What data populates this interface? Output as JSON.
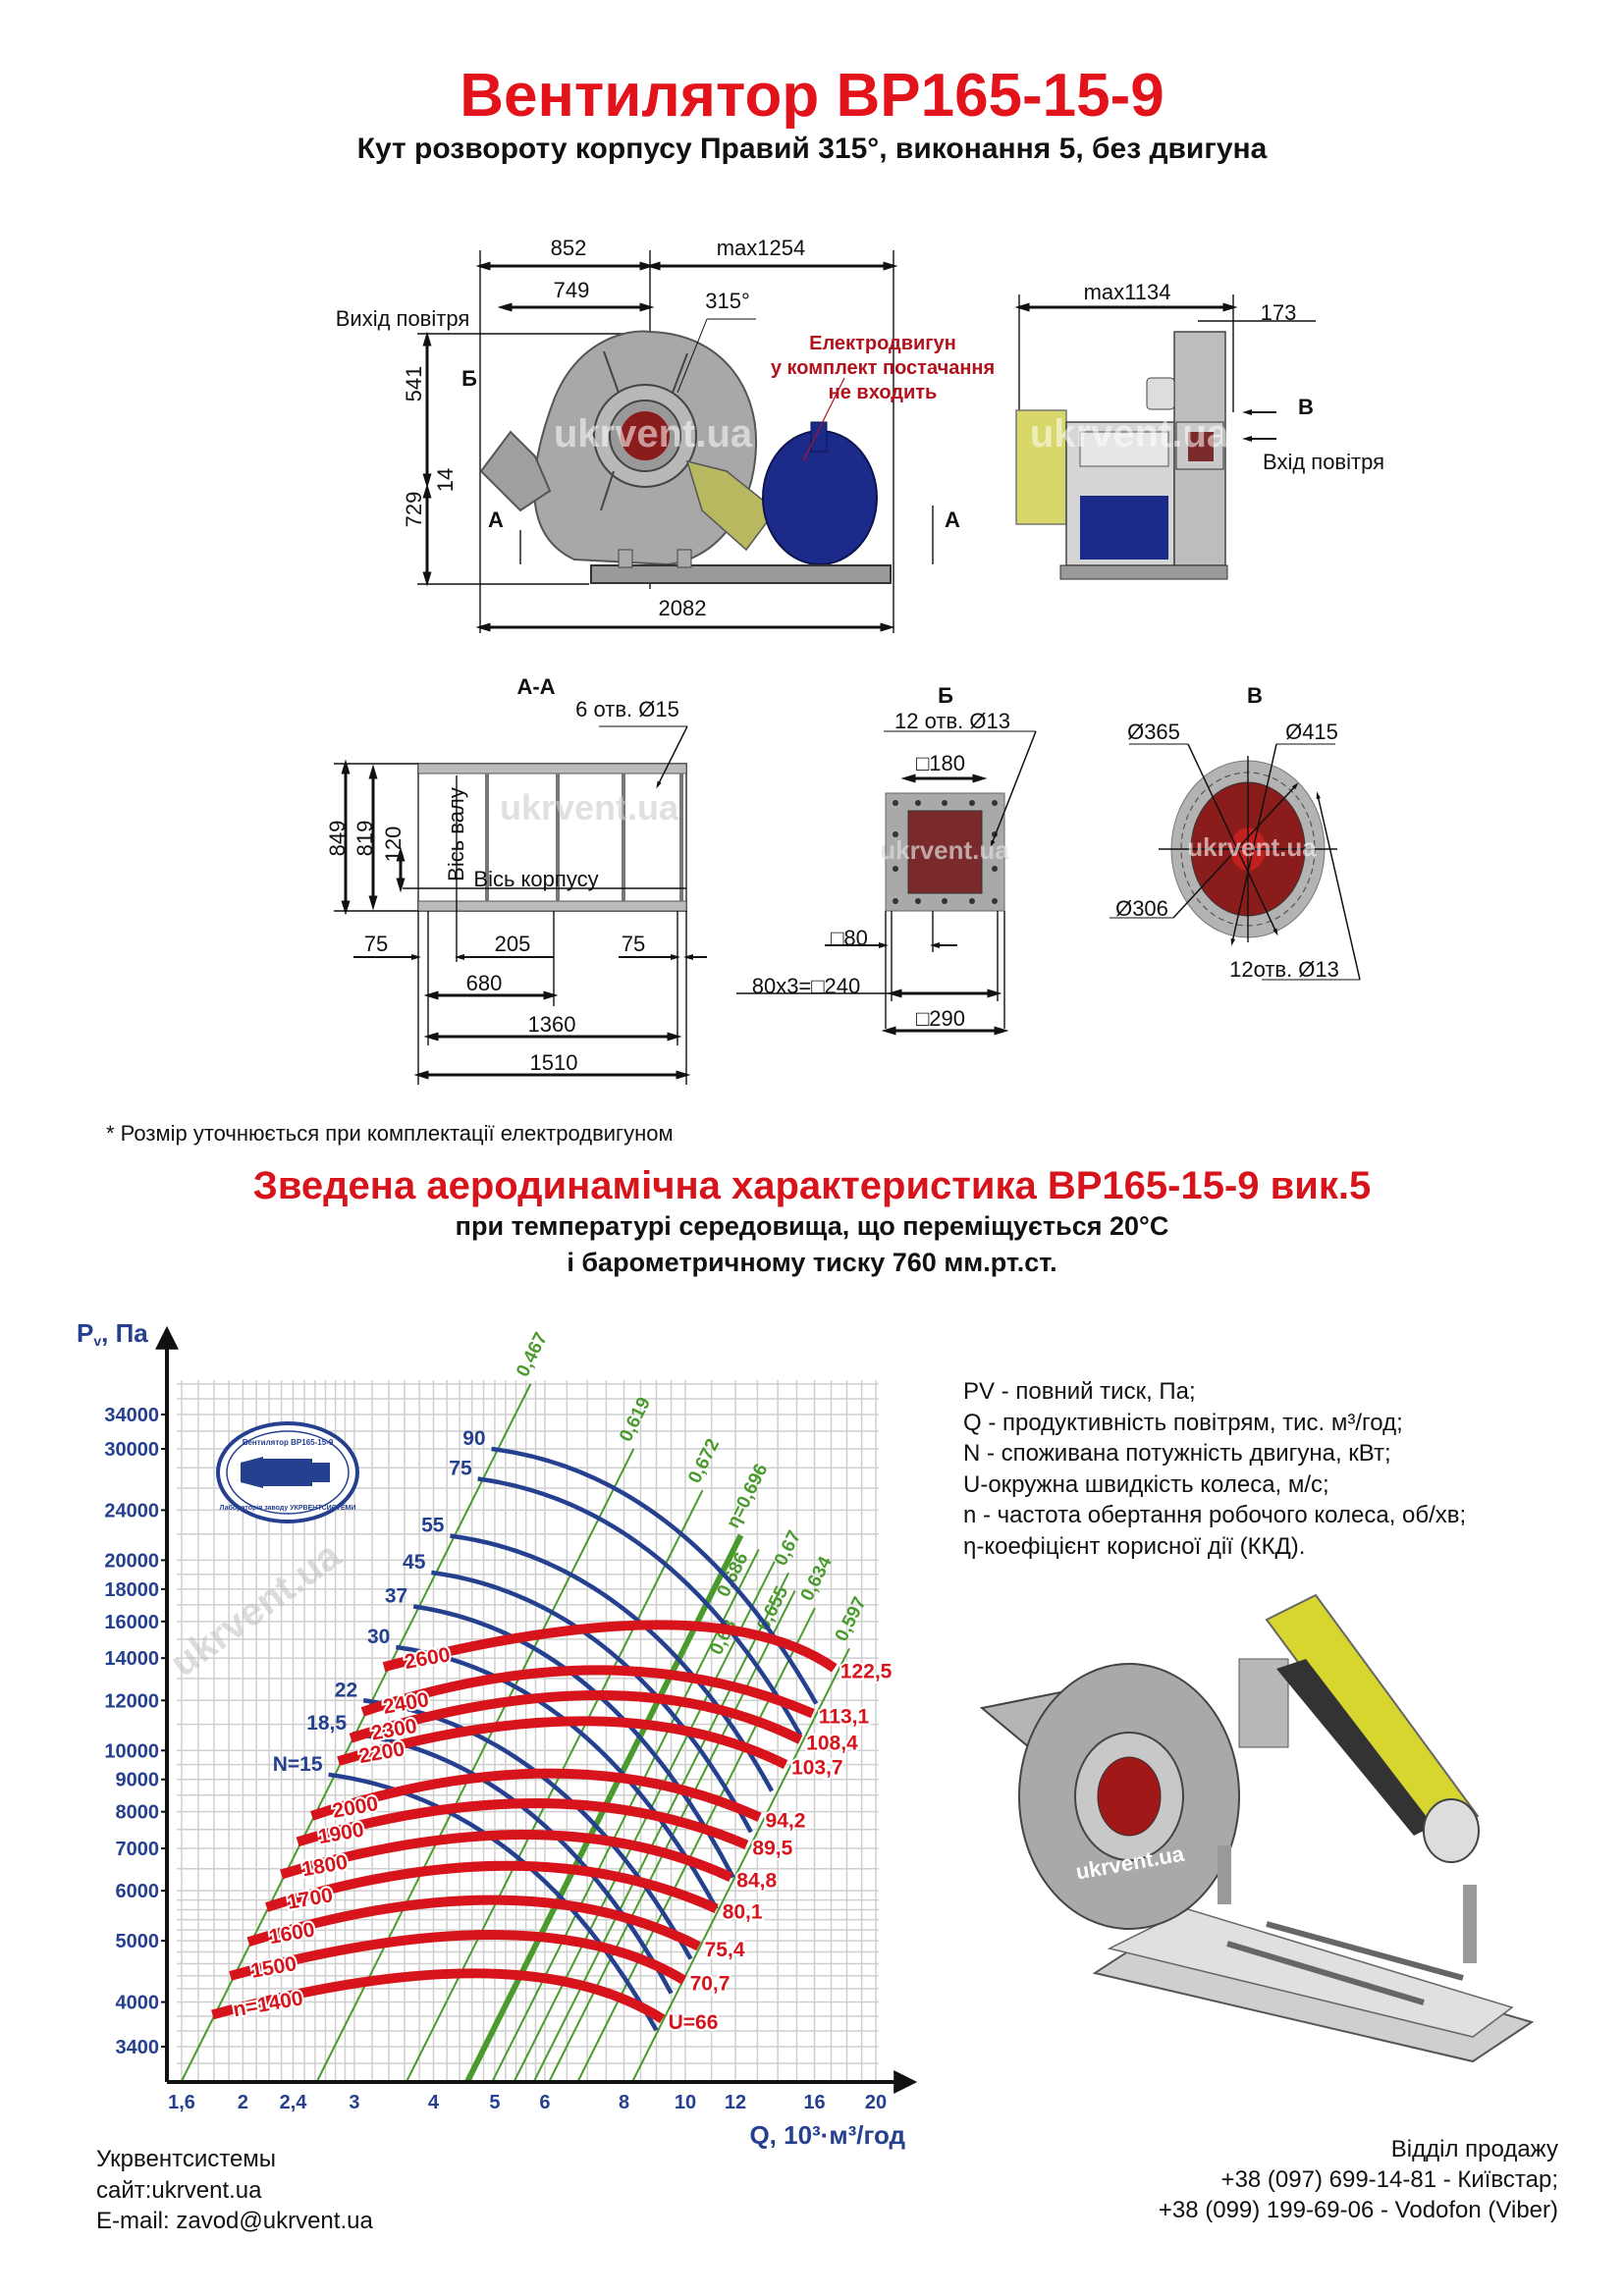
{
  "header": {
    "title": "Вентилятор ВР165-15-9",
    "subtitle": "Кут розвороту корпусу Правий 315°, виконання 5, без двигуна"
  },
  "drawing": {
    "front": {
      "dim_852": "852",
      "dim_max1254": "max1254",
      "dim_749": "749",
      "angle": "315°",
      "air_out": "Вихід повітря",
      "dim_541": "541",
      "dim_14": "14",
      "dim_729": "729",
      "dim_2082": "2082",
      "view_b": "Б",
      "section_a_left": "А",
      "section_a_right": "А",
      "motor_note": [
        "Електродвигун",
        "у комплект постачання",
        "не входить"
      ],
      "watermark": "ukrvent.ua"
    },
    "side": {
      "dim_max1134": "max1134",
      "dim_173": "173",
      "view_v": "В",
      "air_in": "Вхід повітря",
      "watermark": "ukrvent.ua"
    },
    "section_aa": {
      "title": "А-А",
      "holes": "6 отв. Ø15",
      "dim_849": "849",
      "dim_819": "819",
      "dim_120": "120",
      "shaft_axis": "Вісь валу",
      "body_axis": "Вісь корпусу",
      "dim_75_left": "75",
      "dim_205": "205",
      "dim_75_right": "75",
      "dim_680": "680",
      "dim_1360": "1360",
      "dim_1510": "1510",
      "watermark": "ukrvent.ua"
    },
    "view_b": {
      "title": "Б",
      "holes": "12 отв. Ø13",
      "dim_180": "□180",
      "dim_80": "□80",
      "dim_240": "80x3=□240",
      "dim_290": "□290",
      "watermark": "ukrvent.ua"
    },
    "view_v": {
      "title": "В",
      "dim_365": "Ø365",
      "dim_415": "Ø415",
      "dim_306": "Ø306",
      "holes": "12отв. Ø13",
      "watermark": "ukrvent.ua"
    },
    "footnote": "* Розмір уточнюється при комплектації електродвигуном"
  },
  "chart_data": {
    "type": "line",
    "title": "Зведена аеродинамічна характеристика ВР165-15-9 вик.5",
    "subtitle": [
      "при температурі середовища, що переміщується 20°С",
      "і барометричному тиску 760 мм.рт.ст."
    ],
    "ylabel": {
      "main": "P",
      "sub": "v",
      "unit": ", Па"
    },
    "xlabel": "Q, 10³·м³/год",
    "x_scale": "log",
    "y_scale": "log",
    "xlim": [
      1.6,
      20
    ],
    "ylim": [
      2980,
      38700
    ],
    "grid": true,
    "x_ticks": [
      {
        "v": 1.6,
        "label": "1,6"
      },
      {
        "v": 2,
        "label": "2"
      },
      {
        "v": 2.4,
        "label": "2,4"
      },
      {
        "v": 3,
        "label": "3"
      },
      {
        "v": 4,
        "label": "4"
      },
      {
        "v": 5,
        "label": "5"
      },
      {
        "v": 6,
        "label": "6"
      },
      {
        "v": 8,
        "label": "8"
      },
      {
        "v": 10,
        "label": "10"
      },
      {
        "v": 12,
        "label": "12"
      },
      {
        "v": 16,
        "label": "16"
      },
      {
        "v": 20,
        "label": "20"
      }
    ],
    "y_ticks": [
      {
        "v": 3400,
        "label": "3400"
      },
      {
        "v": 4000,
        "label": "4000"
      },
      {
        "v": 5000,
        "label": "5000"
      },
      {
        "v": 6000,
        "label": "6000"
      },
      {
        "v": 7000,
        "label": "7000"
      },
      {
        "v": 8000,
        "label": "8000"
      },
      {
        "v": 9000,
        "label": "9000"
      },
      {
        "v": 10000,
        "label": "10000"
      },
      {
        "v": 12000,
        "label": "12000"
      },
      {
        "v": 14000,
        "label": "14000"
      },
      {
        "v": 16000,
        "label": "16000"
      },
      {
        "v": 18000,
        "label": "18000"
      },
      {
        "v": 20000,
        "label": "20000"
      },
      {
        "v": 24000,
        "label": "24000"
      },
      {
        "v": 30000,
        "label": "30000"
      },
      {
        "v": 34000,
        "label": "34000"
      }
    ],
    "speed_curves": [
      {
        "n": "n=1400",
        "U": "U=66",
        "points": [
          [
            1.79,
            3820
          ],
          [
            4.73,
            4440
          ],
          [
            9.2,
            3760
          ]
        ]
      },
      {
        "n": "1500",
        "U": "70,7",
        "points": [
          [
            1.91,
            4400
          ],
          [
            5.05,
            5110
          ],
          [
            9.95,
            4330
          ]
        ]
      },
      {
        "n": "1600",
        "U": "75,4",
        "points": [
          [
            2.04,
            4980
          ],
          [
            5.05,
            5800
          ],
          [
            10.5,
            4900
          ]
        ]
      },
      {
        "n": "1700",
        "U": "80,1",
        "points": [
          [
            2.18,
            5650
          ],
          [
            5.28,
            6570
          ],
          [
            11.2,
            5620
          ]
        ]
      },
      {
        "n": "1800",
        "U": "84,8",
        "points": [
          [
            2.3,
            6370
          ],
          [
            5.64,
            7360
          ],
          [
            11.8,
            6300
          ]
        ]
      },
      {
        "n": "1900",
        "U": "89,5",
        "points": [
          [
            2.44,
            7170
          ],
          [
            5.89,
            8250
          ],
          [
            12.5,
            7090
          ]
        ]
      },
      {
        "n": "2000",
        "U": "94,2",
        "points": [
          [
            2.57,
            7880
          ],
          [
            6.15,
            9200
          ],
          [
            13.1,
            7840
          ]
        ]
      },
      {
        "n": "2200",
        "U": "103,7",
        "points": [
          [
            2.83,
            9620
          ],
          [
            7.02,
            11130
          ],
          [
            14.4,
            9500
          ]
        ]
      },
      {
        "n": "2300",
        "U": "108,4",
        "points": [
          [
            2.96,
            10460
          ],
          [
            7.33,
            12230
          ],
          [
            15.2,
            10400
          ]
        ]
      },
      {
        "n": "2400",
        "U": "113,1",
        "points": [
          [
            3.09,
            11510
          ],
          [
            7.33,
            13400
          ],
          [
            15.9,
            11440
          ]
        ]
      },
      {
        "n": "2600",
        "U": "122,5",
        "points": [
          [
            3.34,
            13560
          ],
          [
            9.12,
            15800
          ],
          [
            17.2,
            13500
          ]
        ]
      }
    ],
    "power_curves": [
      {
        "N": "N=15",
        "points": [
          [
            2.73,
            9160
          ],
          [
            5.3,
            6910
          ],
          [
            9.0,
            3610
          ]
        ]
      },
      {
        "N": "18,5",
        "points": [
          [
            2.98,
            10640
          ],
          [
            5.66,
            7990
          ],
          [
            9.5,
            4130
          ]
        ]
      },
      {
        "N": "22",
        "points": [
          [
            3.1,
            12000
          ],
          [
            5.98,
            9050
          ],
          [
            10.2,
            4680
          ]
        ]
      },
      {
        "N": "30",
        "points": [
          [
            3.49,
            14570
          ],
          [
            6.62,
            10960
          ],
          [
            11.2,
            5620
          ]
        ]
      },
      {
        "N": "37",
        "points": [
          [
            3.72,
            16900
          ],
          [
            7.07,
            12560
          ],
          [
            11.9,
            6300
          ]
        ]
      },
      {
        "N": "45",
        "points": [
          [
            3.97,
            19120
          ],
          [
            7.55,
            14410
          ],
          [
            12.7,
            7430
          ]
        ]
      },
      {
        "N": "55",
        "points": [
          [
            4.25,
            21850
          ],
          [
            8.11,
            16550
          ],
          [
            13.7,
            8630
          ]
        ]
      },
      {
        "N": "75",
        "points": [
          [
            4.7,
            26900
          ],
          [
            8.95,
            20340
          ],
          [
            15.2,
            10580
          ]
        ]
      },
      {
        "N": "90",
        "points": [
          [
            4.94,
            30000
          ],
          [
            9.46,
            22750
          ],
          [
            16.1,
            11860
          ]
        ]
      }
    ],
    "efficiency_lines": [
      {
        "label": "0,467",
        "q_at_p_3000": 1.6,
        "p_top": 38000,
        "bold": false
      },
      {
        "label": "0,619",
        "q_at_p_3000": 2.62,
        "p_top": 30000,
        "bold": false
      },
      {
        "label": "0,672",
        "q_at_p_3000": 3.63,
        "p_top": 25800,
        "bold": false
      },
      {
        "label": "η=0,696",
        "q_at_p_3000": 4.53,
        "p_top": 21900,
        "bold": true
      },
      {
        "label": "0,686",
        "q_at_p_3000": 4.96,
        "p_top": 20800,
        "bold": false
      },
      {
        "label": "0,68",
        "q_at_p_3000": 5.37,
        "p_top": 19900,
        "bold": false
      },
      {
        "label": "0,67",
        "q_at_p_3000": 5.77,
        "p_top": 19100,
        "bold": false
      },
      {
        "label": "0,655",
        "q_at_p_3000": 6.1,
        "p_top": 17900,
        "bold": false
      },
      {
        "label": "0,634",
        "q_at_p_3000": 6.77,
        "p_top": 16800,
        "bold": false
      },
      {
        "label": "0,597",
        "q_at_p_3000": 8.26,
        "p_top": 14500,
        "bold": false
      }
    ],
    "stamp": {
      "top": "Вентилятор ВР165-15-9",
      "bottom": "Лабораторія заводу УКРВЕНТСИСТЕМИ"
    },
    "watermark": "ukrvent.ua",
    "colors": {
      "speed": "#d7141b",
      "power": "#25408f",
      "efficiency": "#4a9a2e"
    }
  },
  "legend": [
    "PV - повний тиск, Па;",
    "Q - продуктивність повітрям, тис. м³/год;",
    "N - споживана потужність двигуна, кВт;",
    "U-окружна швидкість колеса, м/с;",
    "n - частота обертання робочого колеса, об/хв;",
    "η-коефіцієнт корисної дії (ККД)."
  ],
  "illustration": {
    "watermark": "ukrvent.ua"
  },
  "footer": {
    "company": "Укрвентсистемы",
    "site": "сайт:ukrvent.ua",
    "email": "E-mail: zavod@ukrvent.ua",
    "sales_title": "Відділ продажу",
    "phone1": "+38 (097) 699-14-81 - Київстар;",
    "phone2": "+38 (099) 199-69-06 - Vodofon (Viber)"
  }
}
